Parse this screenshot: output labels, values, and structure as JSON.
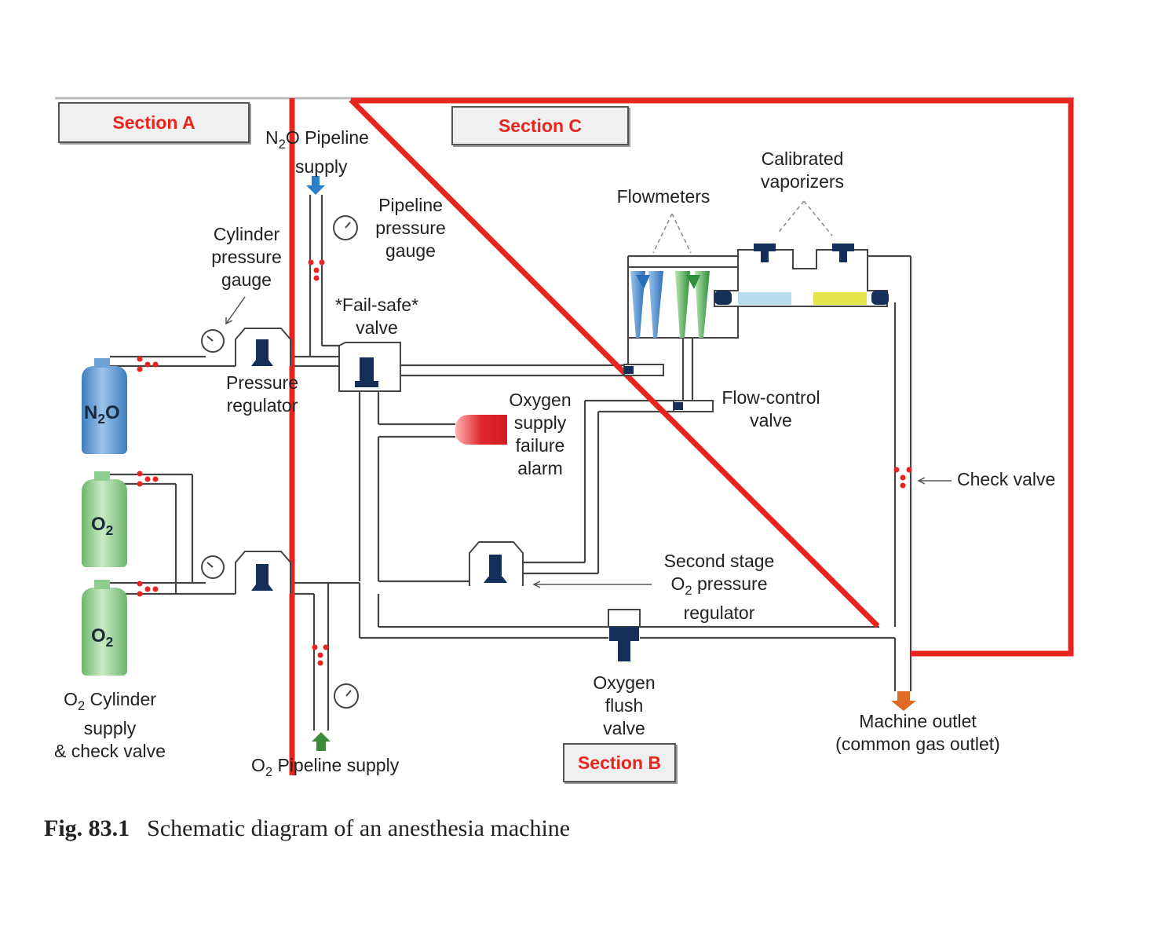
{
  "sections": {
    "a": "Section A",
    "b": "Section B",
    "c": "Section C"
  },
  "labels": {
    "n2o_pipeline_pre": "N",
    "n2o_pipeline_sub": "2",
    "n2o_pipeline_post": "O Pipeline",
    "n2o_pipeline_line2": "supply",
    "pipeline_gauge": [
      "Pipeline",
      "pressure",
      "gauge"
    ],
    "cylinder_gauge": [
      "Cylinder",
      "pressure",
      "gauge"
    ],
    "failsafe": [
      "*Fail-safe*",
      "valve"
    ],
    "pressure_regulator": [
      "Pressure",
      "regulator"
    ],
    "flowmeters": "Flowmeters",
    "vaporizers": [
      "Calibrated",
      "vaporizers"
    ],
    "flow_control": [
      "Flow-control",
      "valve"
    ],
    "o2_alarm": [
      "Oxygen",
      "supply",
      "failure",
      "alarm"
    ],
    "check_valve": "Check valve",
    "second_stage_line1": "Second stage",
    "second_stage_pre": "O",
    "second_stage_sub": "2",
    "second_stage_post": " pressure",
    "second_stage_line3": "regulator",
    "flush_valve": [
      "Oxygen",
      "flush",
      "valve"
    ],
    "machine_outlet": [
      "Machine outlet",
      "(common gas outlet)"
    ],
    "o2_cyl_pre": "O",
    "o2_cyl_sub": "2",
    "o2_cyl_post": " Cylinder",
    "o2_cyl_line2": "supply",
    "o2_cyl_line3": "& check valve",
    "o2_pipe_pre": "O",
    "o2_pipe_sub": "2",
    "o2_pipe_post": " Pipeline supply"
  },
  "cylinders": {
    "n2o_pre": "N",
    "n2o_sub": "2",
    "n2o_post": "O",
    "o2_pre": "O",
    "o2_sub": "2"
  },
  "caption": {
    "fig": "Fig. 83.1",
    "text": "Schematic diagram of an anesthesia machine"
  },
  "colors": {
    "section_line": "#e8241f",
    "pipe": "#444444",
    "valve_dark": "#14305a",
    "n2o_cylinder": "#5b95cf",
    "o2_cylinder": "#8ac98a",
    "arrow_n2o": "#2a7fc9",
    "arrow_o2": "#3d8c3d",
    "arrow_outlet": "#e06a25",
    "alarm": "#e0262c"
  }
}
